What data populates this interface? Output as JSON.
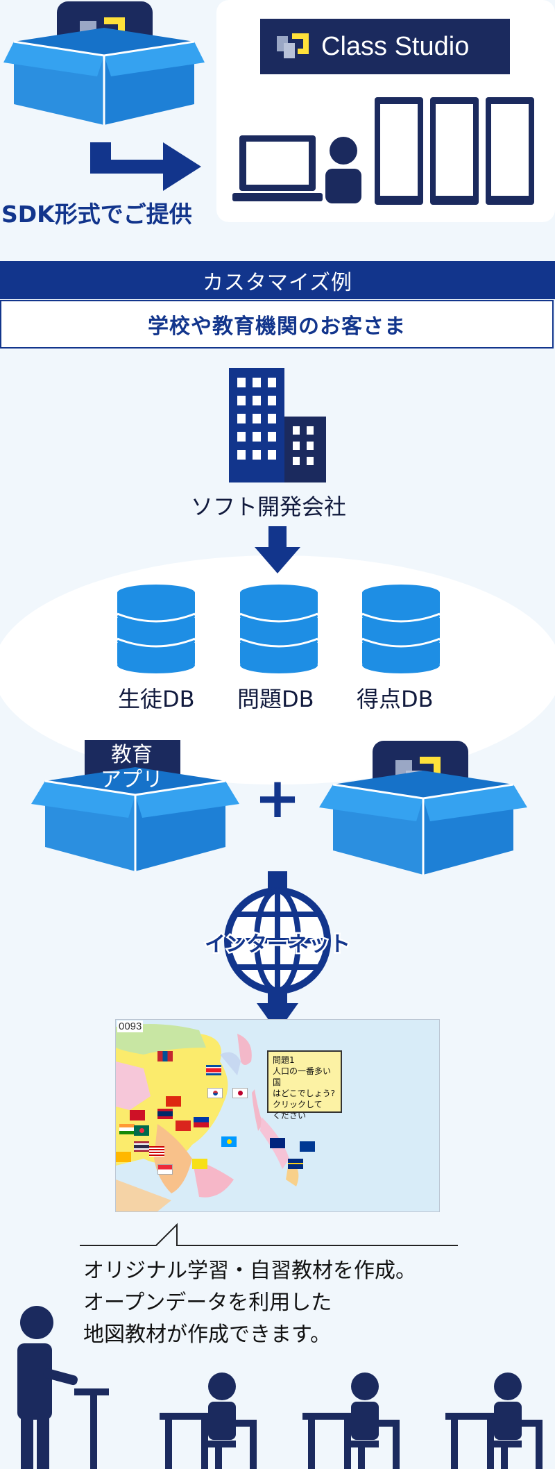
{
  "top": {
    "sdk_caption": "SDK形式でご提供",
    "brand": "Class Studio"
  },
  "banner": {
    "title": "カスタマイズ例",
    "subtitle": "学校や教育機関のお客さま"
  },
  "company": {
    "label": "ソフト開発会社"
  },
  "databases": [
    {
      "label": "生徒DB"
    },
    {
      "label": "問題DB"
    },
    {
      "label": "得点DB"
    }
  ],
  "app_box": {
    "label_line1": "教育",
    "label_line2": "アプリ"
  },
  "plus": "+",
  "internet": {
    "label": "インターネット"
  },
  "map": {
    "counter": "0093",
    "question_lines": [
      "問題1",
      "人口の一番多い国",
      "はどこでしょう?",
      "クリックして",
      "ください"
    ]
  },
  "description": "オリジナル学習・自習教材を作成。\nオープンデータを利用した\n地図教材が作成できます。",
  "colors": {
    "navy": "#12358c",
    "dark_navy": "#1b2a5e",
    "box_blue": "#2b8fe0",
    "db_blue": "#1e8ee4",
    "accent_yellow": "#ffe13a"
  }
}
